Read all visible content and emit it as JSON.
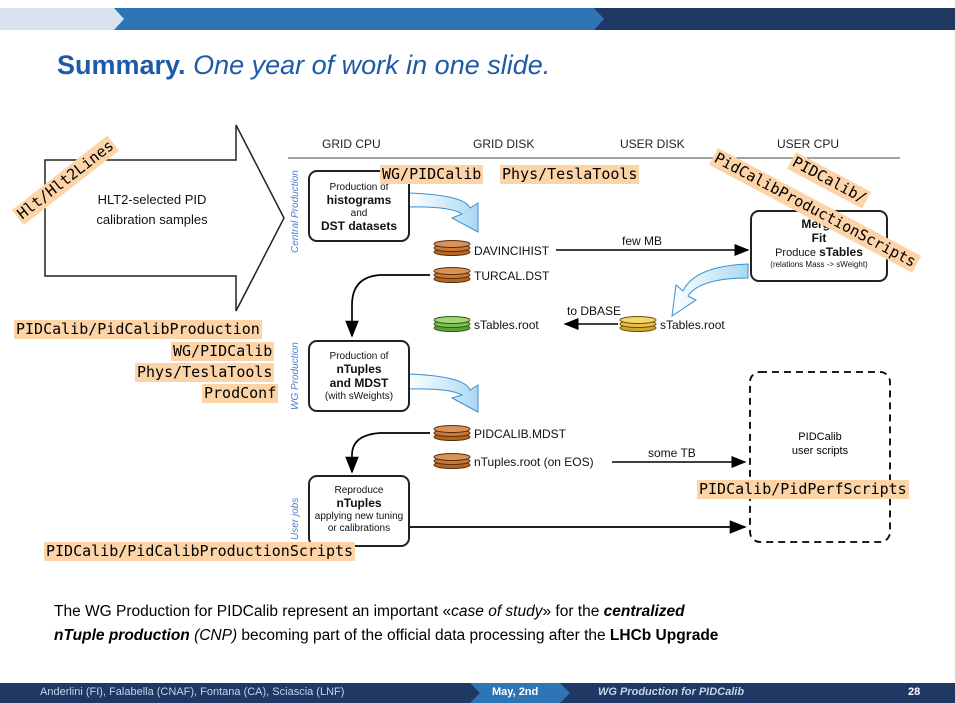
{
  "title": {
    "bold": "Summary.",
    "italic": "One year of work in one slide."
  },
  "input_arrow": {
    "line1": "HLT2-selected PID",
    "line2": "calibration samples",
    "tag": "Hlt/Hlt2Lines"
  },
  "headers": [
    "GRID CPU",
    "GRID DISK",
    "USER DISK",
    "USER CPU"
  ],
  "side_labels": {
    "central": "Central Production",
    "wg": "WG Production",
    "user": "User jobs"
  },
  "box1": {
    "l1": "Production of",
    "l2": "histograms",
    "l3": "and",
    "l4": "DST datasets"
  },
  "box2": {
    "l1": "Production of",
    "l2": "nTuples",
    "l3": "and MDST",
    "l4": "(with sWeights)"
  },
  "box3": {
    "l1": "Reproduce",
    "l2": "nTuples",
    "l3": "applying new tuning",
    "l4": "or calibrations"
  },
  "box_merge": {
    "l1": "Merge",
    "l2": "Fit",
    "l3a": "Produce ",
    "l3b": "sTables",
    "l4": "(relations Mass -> sWeight)"
  },
  "box_user": {
    "l1": "PIDCalib",
    "l2": "user scripts"
  },
  "files": {
    "davincihist": "DAVINCIHIST",
    "turcal": "TURCAL.DST",
    "stables_green": "sTables.root",
    "stables_yellow": "sTables.root",
    "pidcalib_mdst": "PIDCALIB.MDST",
    "ntuples_eos": "nTuples.root (on EOS)"
  },
  "flow_labels": {
    "few_mb": "few MB",
    "to_dbase": "to DBASE",
    "some_tb": "some TB"
  },
  "tags": {
    "wg_pidcalib_top": "WG/PIDCalib",
    "phys_tesla_top": "Phys/TeslaTools",
    "pidcalib_prod_scripts_rot1": "PIDCalib/",
    "pidcalib_prod_scripts_rot2": "PidCalibProductionScripts",
    "left1": "PIDCalib/PidCalibProduction",
    "left2": "WG/PIDCalib",
    "left3": "Phys/TeslaTools",
    "left4": "ProdConf",
    "perf_scripts": "PIDCalib/PidPerfScripts",
    "bottom_prod_scripts": "PIDCalib/PidCalibProductionScripts"
  },
  "summary_text": {
    "p1": "The WG Production for PIDCalib represent an important «",
    "p2": "case of study",
    "p3": "» for the ",
    "p4": "centralized",
    "p5": "nTuple production",
    "p6": " (CNP)",
    "p7": " becoming part of the official data processing after the ",
    "p8": "LHCb Upgrade"
  },
  "footer": {
    "authors": "Anderlini (FI), Falabella (CNAF), Fontana (CA), Sciascia (LNF)",
    "date": "May, 2nd",
    "talk": "WG Production for PIDCalib",
    "page": "28"
  },
  "colors": {
    "navy": "#1f3864",
    "accent": "#2e75b6",
    "tag_bg": "#fcd4a8"
  }
}
